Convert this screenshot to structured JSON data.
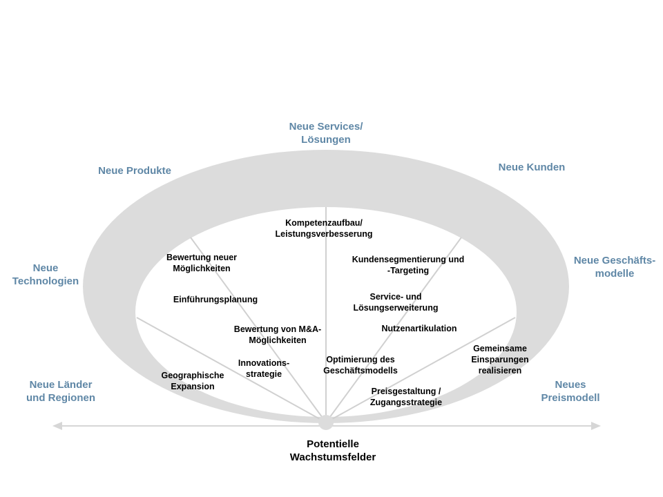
{
  "colors": {
    "ring": "#dcdcdc",
    "spoke": "#d0d0d0",
    "axis": "#d6d6d6",
    "outer_text": "#5f87a6",
    "inner_text": "#000000"
  },
  "center": {
    "line1": "Potentielle",
    "line2": "Wachstumsfelder"
  },
  "outer": {
    "services": {
      "line1": "Neue Services/",
      "line2": "Lösungen"
    },
    "produkte": {
      "line1": "Neue Produkte"
    },
    "kunden": {
      "line1": "Neue Kunden"
    },
    "technologien": {
      "line1": "Neue",
      "line2": "Technologien"
    },
    "geschaeftsmodelle": {
      "line1": "Neue Geschäfts-",
      "line2": "modelle"
    },
    "laender": {
      "line1": "Neue Länder",
      "line2": "und Regionen"
    },
    "preismodell": {
      "line1": "Neues",
      "line2": "Preismodell"
    }
  },
  "inner": {
    "kompetenz": {
      "line1": "Kompetenzaufbau/",
      "line2": "Leistungsverbesserung"
    },
    "bewertung": {
      "line1": "Bewertung neuer",
      "line2": "Möglichkeiten"
    },
    "einfuehrung": {
      "line1": "Einführungsplanung"
    },
    "kundensegment": {
      "line1": "Kundensegmentierung und",
      "line2": "-Targeting"
    },
    "service": {
      "line1": "Service- und",
      "line2": "Lösungserweiterung"
    },
    "nutzen": {
      "line1": "Nutzenartikulation"
    },
    "ma": {
      "line1": "Bewertung von M&A-",
      "line2": "Möglichkeiten"
    },
    "innovation": {
      "line1": "Innovations-",
      "line2": "strategie"
    },
    "optimierung": {
      "line1": "Optimierung des",
      "line2": "Geschäftsmodells"
    },
    "geographisch": {
      "line1": "Geographische",
      "line2": "Expansion"
    },
    "einsparungen": {
      "line1": "Gemeinsame",
      "line2": "Einsparungen",
      "line3": "realisieren"
    },
    "preisgestaltung": {
      "line1": "Preisgestaltung /",
      "line2": "Zugangsstrategie"
    }
  }
}
